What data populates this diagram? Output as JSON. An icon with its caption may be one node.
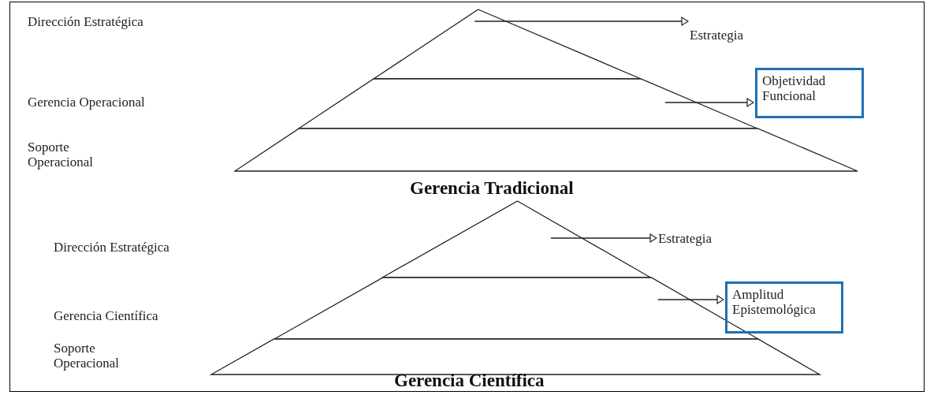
{
  "diagram": {
    "nodes": [
      {
        "text": [],
        "shape": "band"
      },
      {
        "text": [],
        "shape": "band"
      },
      {
        "text": [],
        "shape": "band"
      },
      {
        "text": [
          "Estrategia"
        ]
      },
      {
        "text": [
          "Objetividad Funcional"
        ]
      },
      {
        "text": [],
        "shape": "band"
      },
      {
        "text": [],
        "shape": "band"
      },
      {
        "text": [],
        "shape": "band"
      },
      {
        "text": [
          "Estrategia"
        ]
      },
      {
        "text": [
          "Amplitud Epistemológica"
        ]
      }
    ],
    "edges": [
      {
        "from": 0,
        "to": 3,
        "arrow": "to"
      },
      {
        "from": 1,
        "to": 4,
        "arrow": "to"
      },
      {
        "from": 5,
        "to": 8,
        "arrow": "to"
      },
      {
        "from": 6,
        "to": 9,
        "arrow": "to"
      }
    ],
    "labels": [
      "Dirección Estratégica",
      "Gerencia Operacional",
      "Soporte Operacional",
      "Gerencia Tradicional",
      "Dirección Estratégica",
      "Gerencia Científica",
      "Soporte Operacional",
      "Gerencia Científica"
    ]
  }
}
